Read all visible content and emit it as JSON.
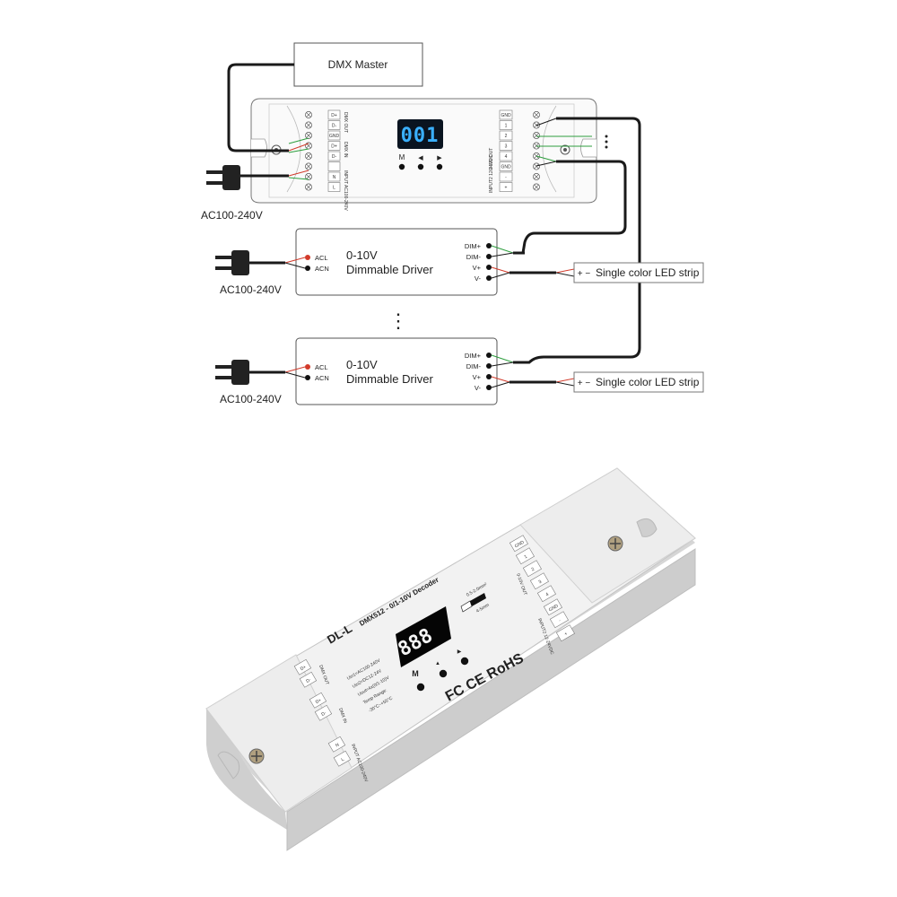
{
  "wiring": {
    "dmx_master": "DMX Master",
    "ac_main": "AC100-240V",
    "decoder": {
      "display": "001",
      "buttons": [
        "M",
        "◀",
        "▶"
      ],
      "left_terminals": [
        "D+",
        "D-",
        "GND",
        "D+",
        "D-",
        "",
        "N",
        "L"
      ],
      "left_vlabels": [
        "DMX OUT",
        "DMX IN",
        "INPUT AC100-240V"
      ],
      "right_terminals": [
        "GND",
        "1",
        "2",
        "3",
        "4",
        "GND",
        "-",
        "+"
      ],
      "right_vlabels": [
        "0-10V OUT",
        "INPUT2 12-24VDC"
      ]
    },
    "drivers": [
      {
        "title": "0-10V",
        "subtitle": "Dimmable Driver",
        "in_labels": [
          "ACL",
          "ACN"
        ],
        "out_labels": [
          "DIM+",
          "DIM-",
          "V+",
          "V-"
        ],
        "ac": "AC100-240V",
        "strip": "Single color LED strip",
        "strip_sign": "+ −"
      },
      {
        "title": "0-10V",
        "subtitle": "Dimmable Driver",
        "in_labels": [
          "ACL",
          "ACN"
        ],
        "out_labels": [
          "DIM+",
          "DIM-",
          "V+",
          "V-"
        ],
        "ac": "AC100-240V",
        "strip": "Single color LED strip",
        "strip_sign": "+ −"
      }
    ],
    "ellipsis": "⋮",
    "colors": {
      "wire": "#1a1a1a",
      "green": "#2e9e3e",
      "red": "#d23a2a",
      "display_bg": "#0a1420",
      "display_fg": "#3ab0ff"
    }
  },
  "product": {
    "brand": "DL-L",
    "model": "DMX512 - 0/1-10V Decoder",
    "display": "888",
    "buttons": [
      "M",
      "▲",
      "▶"
    ],
    "specs": [
      "Uin1=AC100-240V",
      "Uin2=DC12-24V",
      "Uout=4x(0/1-10)V",
      "Temp Range:",
      "-30°C~+55°C"
    ],
    "wire_gauge": [
      "0.5-2.0mm²",
      "4-5mm"
    ],
    "certs": "FC CE RoHS",
    "left_terminals": [
      "D+",
      "D-",
      "D+",
      "D-",
      "N",
      "L"
    ],
    "left_vlabels": [
      "DMX OUT",
      "DMX IN",
      "INPUT AC100-240V"
    ],
    "right_terminals": [
      "GND",
      "1",
      "2",
      "3",
      "4",
      "GND",
      "-",
      "+"
    ],
    "right_vlabels": [
      "0-10V OUT",
      "INPUT2 12-24VDC"
    ]
  }
}
